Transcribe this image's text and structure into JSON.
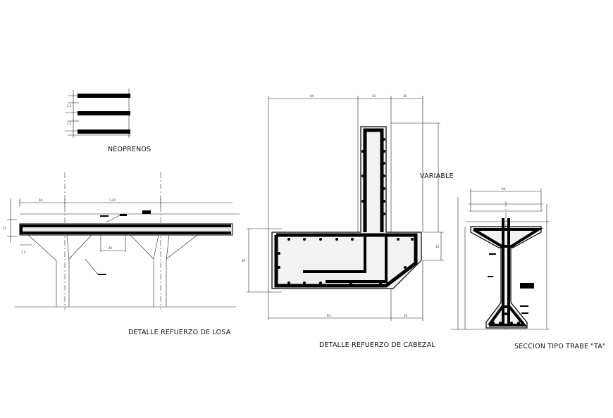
{
  "labels": {
    "neoprenos": "NEOPRENOS",
    "losa": "DETALLE REFUERZO DE LOSA",
    "cabezal": "DETALLE REFUERZO DE CABEZAL",
    "variable": "VARIABLE",
    "trabe": "SECCION TIPO TRABE \"TA\""
  }
}
